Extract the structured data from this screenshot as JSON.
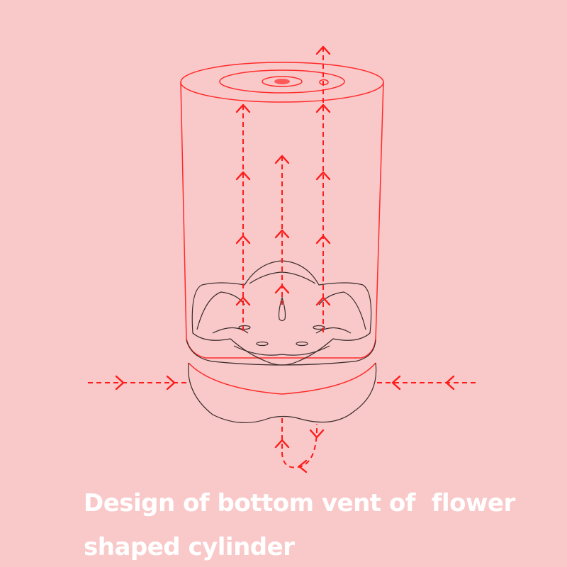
{
  "caption": {
    "line1": "Design of bottom vent of  flower",
    "line2": "shaped cylinder"
  },
  "colors": {
    "background": "#f9c9c9",
    "airflow_red": "#ff1a1a",
    "outline_red": "#ff2a2a",
    "outline_dark": "#3a2a2a",
    "top_dot": "#ff5a5a",
    "caption_text": "#ffffff"
  },
  "icons": {
    "airflow_arrow": "chevron-arrow",
    "top_outlet": "circle-dot"
  }
}
